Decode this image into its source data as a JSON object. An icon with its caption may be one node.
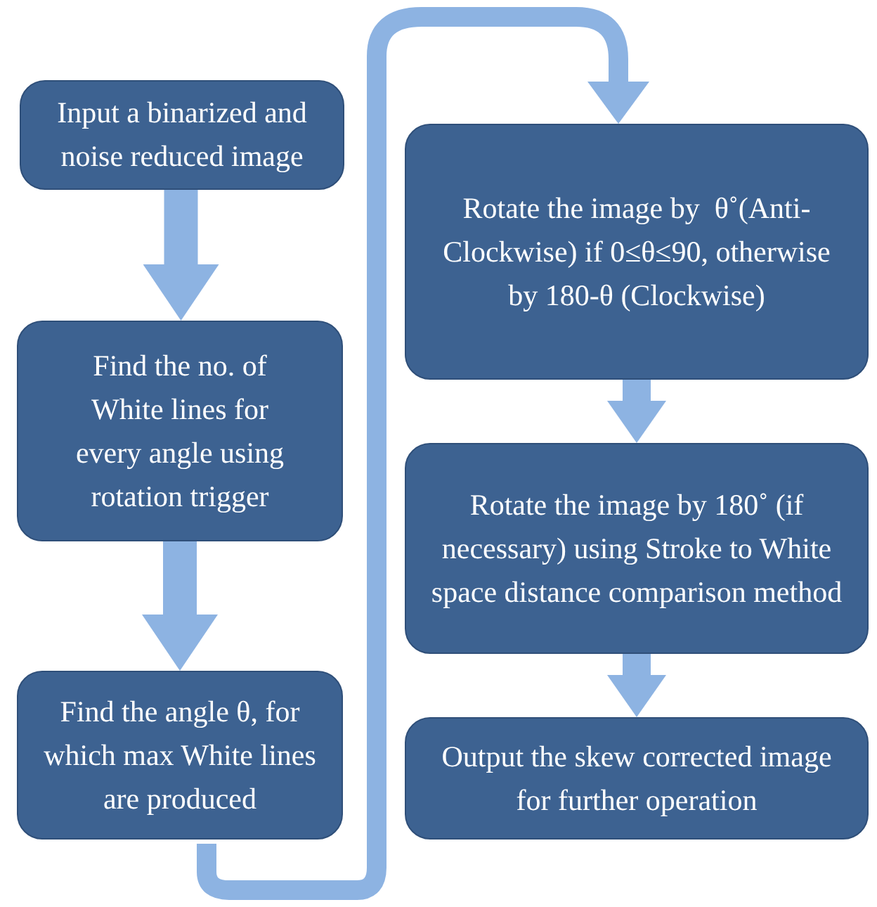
{
  "diagram": {
    "nodes": [
      {
        "text": [
          "Input a binarized and noise reduced image"
        ]
      },
      {
        "text": [
          "Find the no. of White lines for every angle using rotation trigger"
        ]
      },
      {
        "text": [
          "Find the angle θ, for which max White lines are produced"
        ]
      },
      {
        "text": [
          "Rotate the image by  θ˚(Anti-Clockwise) if 0≤θ≤90, otherwise by 180-θ (Clockwise)"
        ]
      },
      {
        "text": [
          "Rotate the image by 180˚ (if necessary) using Stroke to White space distance comparison method"
        ]
      },
      {
        "text": [
          "Output the skew corrected image for further operation"
        ]
      }
    ],
    "edges": [
      {
        "from": 0,
        "to": 1,
        "arrow": "to"
      },
      {
        "from": 1,
        "to": 2,
        "arrow": "to"
      },
      {
        "from": 2,
        "to": 3,
        "arrow": "to"
      },
      {
        "from": 3,
        "to": 4,
        "arrow": "to"
      },
      {
        "from": 4,
        "to": 5,
        "arrow": "to"
      }
    ]
  }
}
